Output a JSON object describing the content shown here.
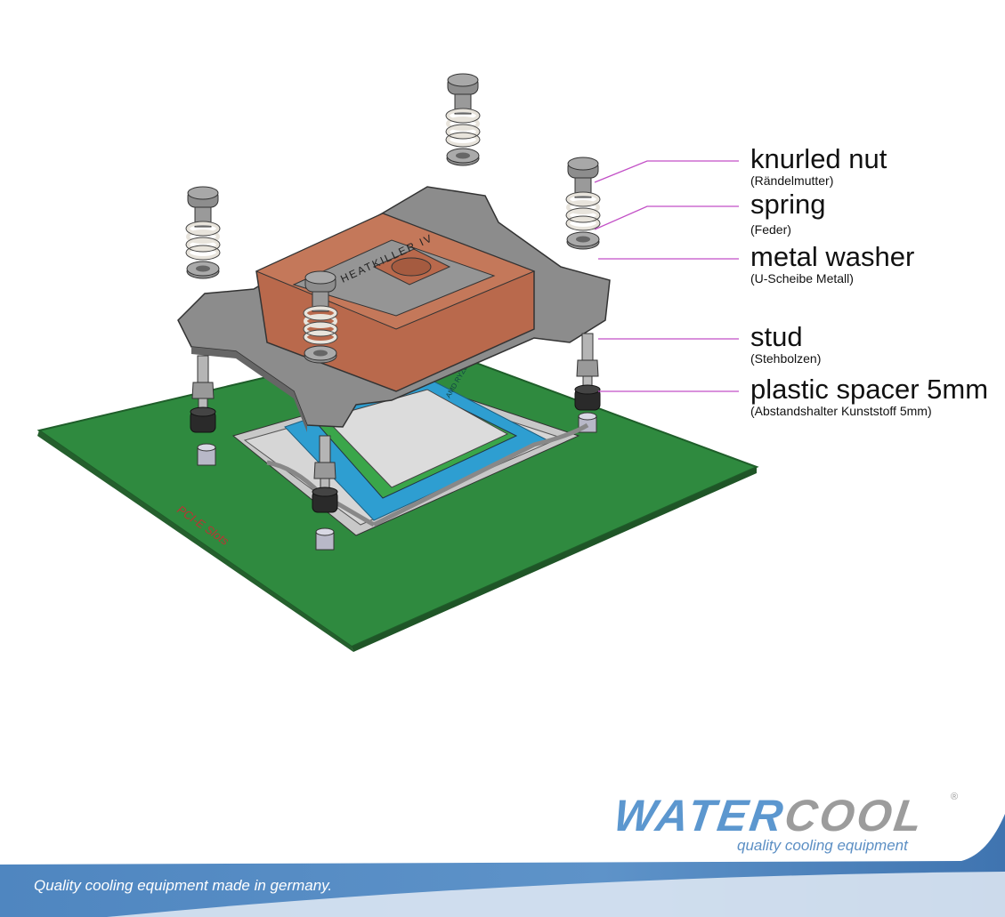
{
  "labels": [
    {
      "en": "knurled nut",
      "de": "(Rändelmutter)"
    },
    {
      "en": "spring",
      "de": "(Feder)"
    },
    {
      "en": "metal washer",
      "de": "(U-Scheibe Metall)"
    },
    {
      "en": "stud",
      "de": "(Stehbolzen)"
    },
    {
      "en": "plastic spacer 5mm",
      "de": "(Abstandshalter Kunststoff 5mm)"
    }
  ],
  "block_text": "HEATKILLER IV",
  "socket_text": "AMD RYZEN",
  "board_text": "PCI-E Slots",
  "logo": {
    "part1": "WATER",
    "part2": "COOL",
    "registered": "®",
    "slogan": "quality cooling equipment"
  },
  "footer_tagline": "Quality cooling equipment made in germany.",
  "colors": {
    "leader_line": "#c24fc6",
    "board": "#2f8a3f",
    "copper": "#b9694c",
    "brand_blue": "#5c97cf"
  }
}
